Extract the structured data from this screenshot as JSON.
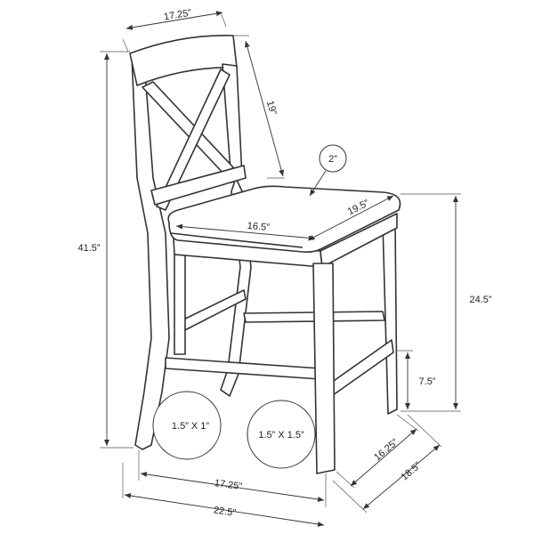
{
  "dimensions": {
    "back_width": "17.25”",
    "back_height": "19”",
    "seat_thickness": "2”",
    "seat_width": "16.5”",
    "seat_depth": "19.5”",
    "overall_height": "41.5”",
    "seat_height": "24.5”",
    "footrest_height": "7.5”",
    "back_leg_size": "1.5” X 1”",
    "front_leg_size": "1.5” X 1.5”",
    "leg_span_depth": "16.25”",
    "overall_depth": "18.5”",
    "leg_span_width": "17.25”",
    "overall_width": "22.5”"
  }
}
